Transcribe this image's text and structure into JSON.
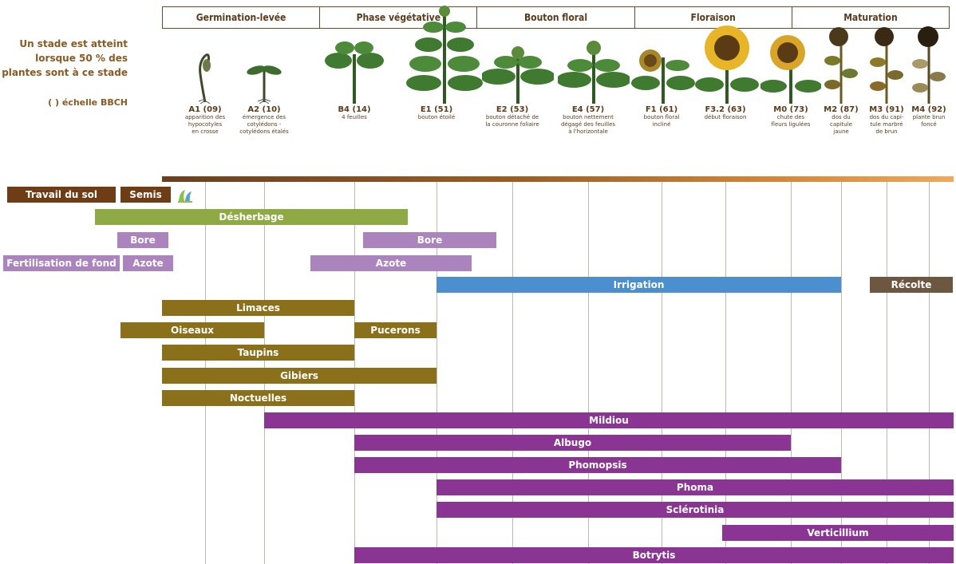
{
  "phases": [
    "Germination-levée",
    "Phase végétative",
    "Bouton floral",
    "Floraison",
    "Maturation"
  ],
  "note": {
    "lines": [
      "Un stade est atteint",
      "lorsque 50 % des",
      "plantes sont à ce stade"
    ],
    "bbch": "( ) échelle BBCH"
  },
  "stages": [
    {
      "code": "A1 (09)",
      "desc": [
        "apparition des",
        "hypocotyles",
        "en crosse"
      ]
    },
    {
      "code": "A2 (10)",
      "desc": [
        "émergence des",
        "cotylédons -",
        "cotylédons étalés"
      ]
    },
    {
      "code": "B4 (14)",
      "desc": [
        "4 feuilles"
      ]
    },
    {
      "code": "E1 (51)",
      "desc": [
        "bouton étoilé"
      ]
    },
    {
      "code": "E2 (53)",
      "desc": [
        "bouton détaché de",
        "la couronne foliaire"
      ]
    },
    {
      "code": "E4 (57)",
      "desc": [
        "bouton nettement",
        "dégagé des feuilles",
        "à l'horizontale"
      ]
    },
    {
      "code": "F1 (61)",
      "desc": [
        "bouton floral",
        "incliné"
      ]
    },
    {
      "code": "F3.2 (63)",
      "desc": [
        "début floraison"
      ]
    },
    {
      "code": "M0 (73)",
      "desc": [
        "chute des",
        "fleurs ligulées"
      ]
    },
    {
      "code": "M2 (87)",
      "desc": [
        "dos du",
        "capitule",
        "jaune"
      ]
    },
    {
      "code": "M3 (91)",
      "desc": [
        "dos du capi-",
        "tule marbré",
        "de brun"
      ]
    },
    {
      "code": "M4 (92)",
      "desc": [
        "plante brun",
        "foncé"
      ]
    }
  ],
  "bars": [
    {
      "label": "Travail du sol",
      "color": "#6e3c15"
    },
    {
      "label": "Semis",
      "color": "#6e3c15"
    },
    {
      "label": "Désherbage",
      "color": "#8faa45"
    },
    {
      "label": "Bore",
      "color": "#ac84bd"
    },
    {
      "label": "Bore",
      "color": "#ac84bd"
    },
    {
      "label": "Fertilisation de fond",
      "color": "#ac84bd"
    },
    {
      "label": "Azote",
      "color": "#ac84bd"
    },
    {
      "label": "Azote",
      "color": "#ac84bd"
    },
    {
      "label": "Irrigation",
      "color": "#4b8fcf"
    },
    {
      "label": "Récolte",
      "color": "#6d5740"
    },
    {
      "label": "Limaces",
      "color": "#8b701c"
    },
    {
      "label": "Oiseaux",
      "color": "#8b701c"
    },
    {
      "label": "Pucerons",
      "color": "#8b701c"
    },
    {
      "label": "Taupins",
      "color": "#8b701c"
    },
    {
      "label": "Gibiers",
      "color": "#8b701c"
    },
    {
      "label": "Noctuelles",
      "color": "#8b701c"
    },
    {
      "label": "Mildiou",
      "color": "#8a3594"
    },
    {
      "label": "Albugo",
      "color": "#8a3594"
    },
    {
      "label": "Phomopsis",
      "color": "#8a3594"
    },
    {
      "label": "Phoma",
      "color": "#8a3594"
    },
    {
      "label": "Sclérotinia",
      "color": "#8a3594"
    },
    {
      "label": "Verticillium",
      "color": "#8a3594"
    },
    {
      "label": "Botrytis",
      "color": "#8a3594"
    }
  ]
}
